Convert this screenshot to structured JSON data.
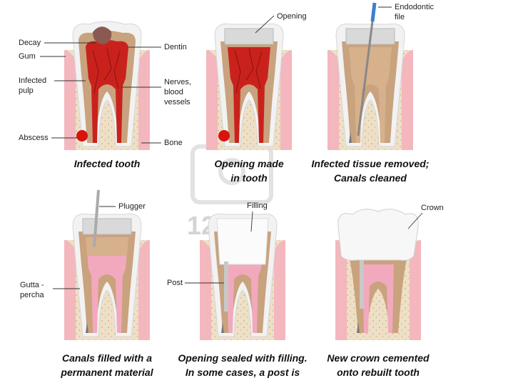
{
  "panels": [
    {
      "caption": [
        "Infected tooth"
      ],
      "labels": {
        "decay": "Decay",
        "gum": "Gum",
        "infected_pulp": [
          "Infected",
          "pulp"
        ],
        "abscess": "Abscess",
        "dentin": "Dentin",
        "nerves": [
          "Nerves,",
          "blood",
          "vessels"
        ],
        "bone": "Bone"
      }
    },
    {
      "caption": [
        "Opening made",
        "in tooth"
      ],
      "labels": {
        "opening": "Opening"
      }
    },
    {
      "caption": [
        "Infected tissue removed;",
        "Canals cleaned"
      ],
      "labels": {
        "file": [
          "Endodontic",
          "file"
        ]
      }
    },
    {
      "caption": [
        "Canals filled with a",
        "permanent material"
      ],
      "labels": {
        "plugger": "Plugger",
        "gutta": [
          "Gutta -",
          "percha"
        ]
      }
    },
    {
      "caption": [
        "Opening sealed with filling.",
        "In some cases, a post is"
      ],
      "labels": {
        "filling": "Filling",
        "post": "Post"
      }
    },
    {
      "caption": [
        "New crown cemented",
        "onto rebuilt tooth"
      ],
      "labels": {
        "crown": "Crown"
      }
    }
  ],
  "watermark": "123RF",
  "colors": {
    "enamel": "#f2f2f2",
    "dentin": "#c9a27e",
    "pulp_infected": "#c9221d",
    "pulp_clean": "#d7b08c",
    "gutta_percha": "#f2a9bd",
    "gum": "#f3b7bd",
    "bone": "#eee0c6",
    "bone_dots": "#caa984",
    "root_edge": "#f7ecd8",
    "abscess": "#d9140e",
    "crown": "#f7f7f7",
    "filling": "#fbfbfb",
    "file_handle": "#3c7fd1"
  }
}
